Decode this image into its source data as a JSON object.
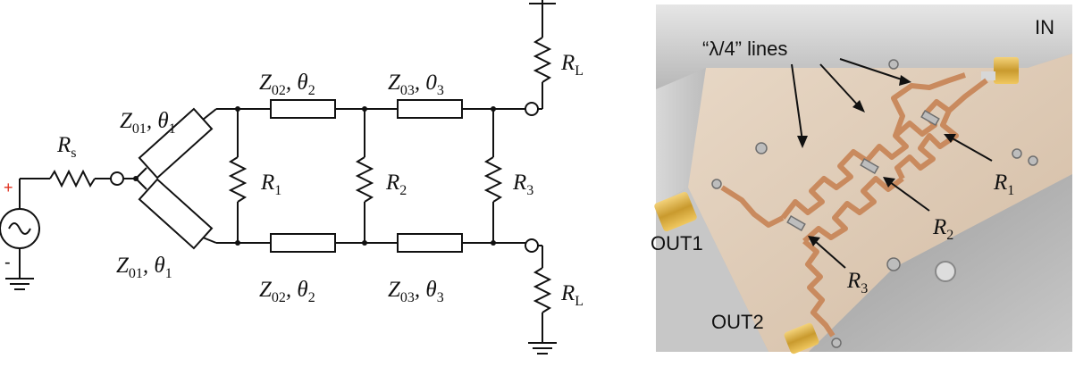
{
  "schematic": {
    "source_label": "R",
    "source_sub": "s",
    "plus_sign": "+",
    "minus_sign": "-",
    "branch_top": {
      "z": "Z",
      "z_sub": "01",
      "theta": "θ",
      "theta_sub": "1"
    },
    "branch_bottom": {
      "z": "Z",
      "z_sub": "01",
      "theta": "θ",
      "theta_sub": "1"
    },
    "line_top_2": {
      "z": "Z",
      "z_sub": "02",
      "theta": "θ",
      "theta_sub": "2"
    },
    "line_top_3": {
      "z": "Z",
      "z_sub": "03",
      "theta": "0",
      "theta_sub": "3"
    },
    "line_bot_2": {
      "z": "Z",
      "z_sub": "02",
      "theta": "θ",
      "theta_sub": "2"
    },
    "line_bot_3": {
      "z": "Z",
      "z_sub": "03",
      "theta": "θ",
      "theta_sub": "3"
    },
    "r1": {
      "r": "R",
      "sub": "1"
    },
    "r2": {
      "r": "R",
      "sub": "2"
    },
    "r3": {
      "r": "R",
      "sub": "3"
    },
    "load_top": {
      "r": "R",
      "sub": "L"
    },
    "load_bottom": {
      "r": "R",
      "sub": "L"
    }
  },
  "photo": {
    "label_in": "IN",
    "label_lines": "“λ/4” lines",
    "label_out1": "OUT1",
    "label_out2": "OUT2",
    "r1": {
      "r": "R",
      "sub": "1"
    },
    "r2": {
      "r": "R",
      "sub": "2"
    },
    "r3": {
      "r": "R",
      "sub": "3"
    }
  },
  "colors": {
    "wire": "#111111",
    "plus": "#e0301e",
    "box_metal": "#c9c9c9",
    "board": "#dcc7b0",
    "trace": "#c98a5e"
  }
}
